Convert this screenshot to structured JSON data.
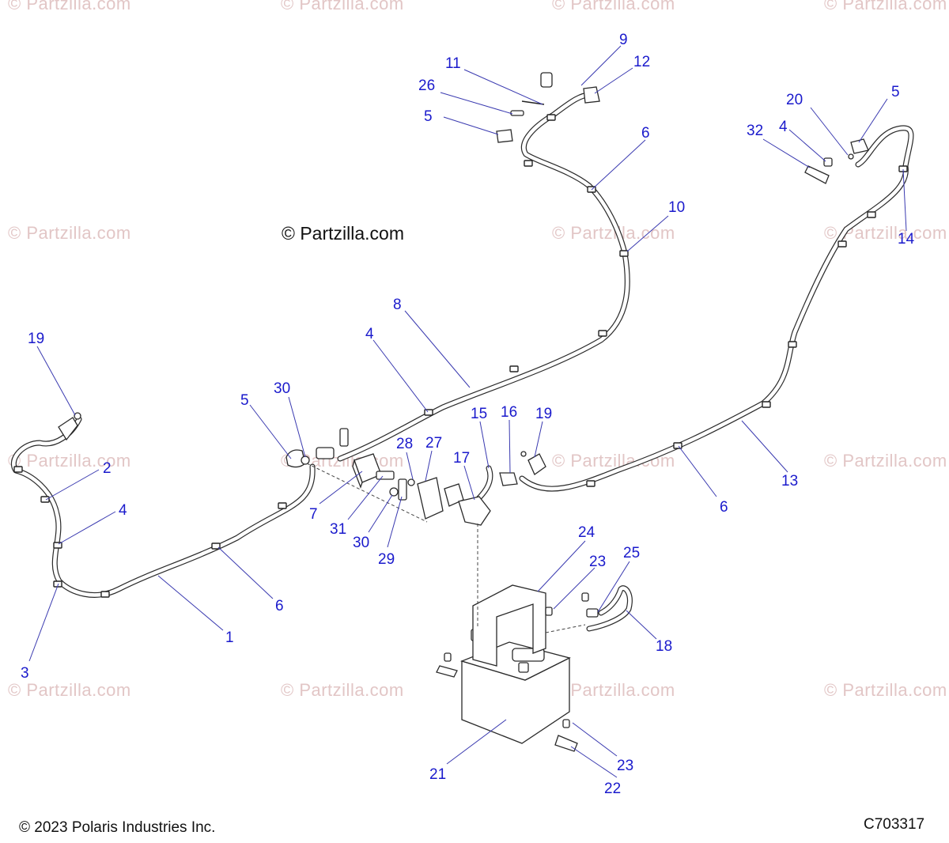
{
  "watermark": {
    "text": "© Partzilla.com",
    "main_text": "© Partzilla.com"
  },
  "callouts": {
    "c1": "1",
    "c2": "2",
    "c3": "3",
    "c4a": "4",
    "c4b": "4",
    "c4c": "4",
    "c5a": "5",
    "c5b": "5",
    "c5c": "5",
    "c6a": "6",
    "c6b": "6",
    "c6c": "6",
    "c7": "7",
    "c8": "8",
    "c9": "9",
    "c10": "10",
    "c11": "11",
    "c12": "12",
    "c13": "13",
    "c14": "14",
    "c15": "15",
    "c16": "16",
    "c17": "17",
    "c18": "18",
    "c19a": "19",
    "c19b": "19",
    "c20": "20",
    "c21": "21",
    "c22": "22",
    "c23a": "23",
    "c23b": "23",
    "c24": "24",
    "c25": "25",
    "c26": "26",
    "c27": "27",
    "c28": "28",
    "c29": "29",
    "c30a": "30",
    "c30b": "30",
    "c31": "31",
    "c32": "32"
  },
  "footer": {
    "copyright": "© 2023 Polaris Industries Inc.",
    "code": "C703317"
  }
}
